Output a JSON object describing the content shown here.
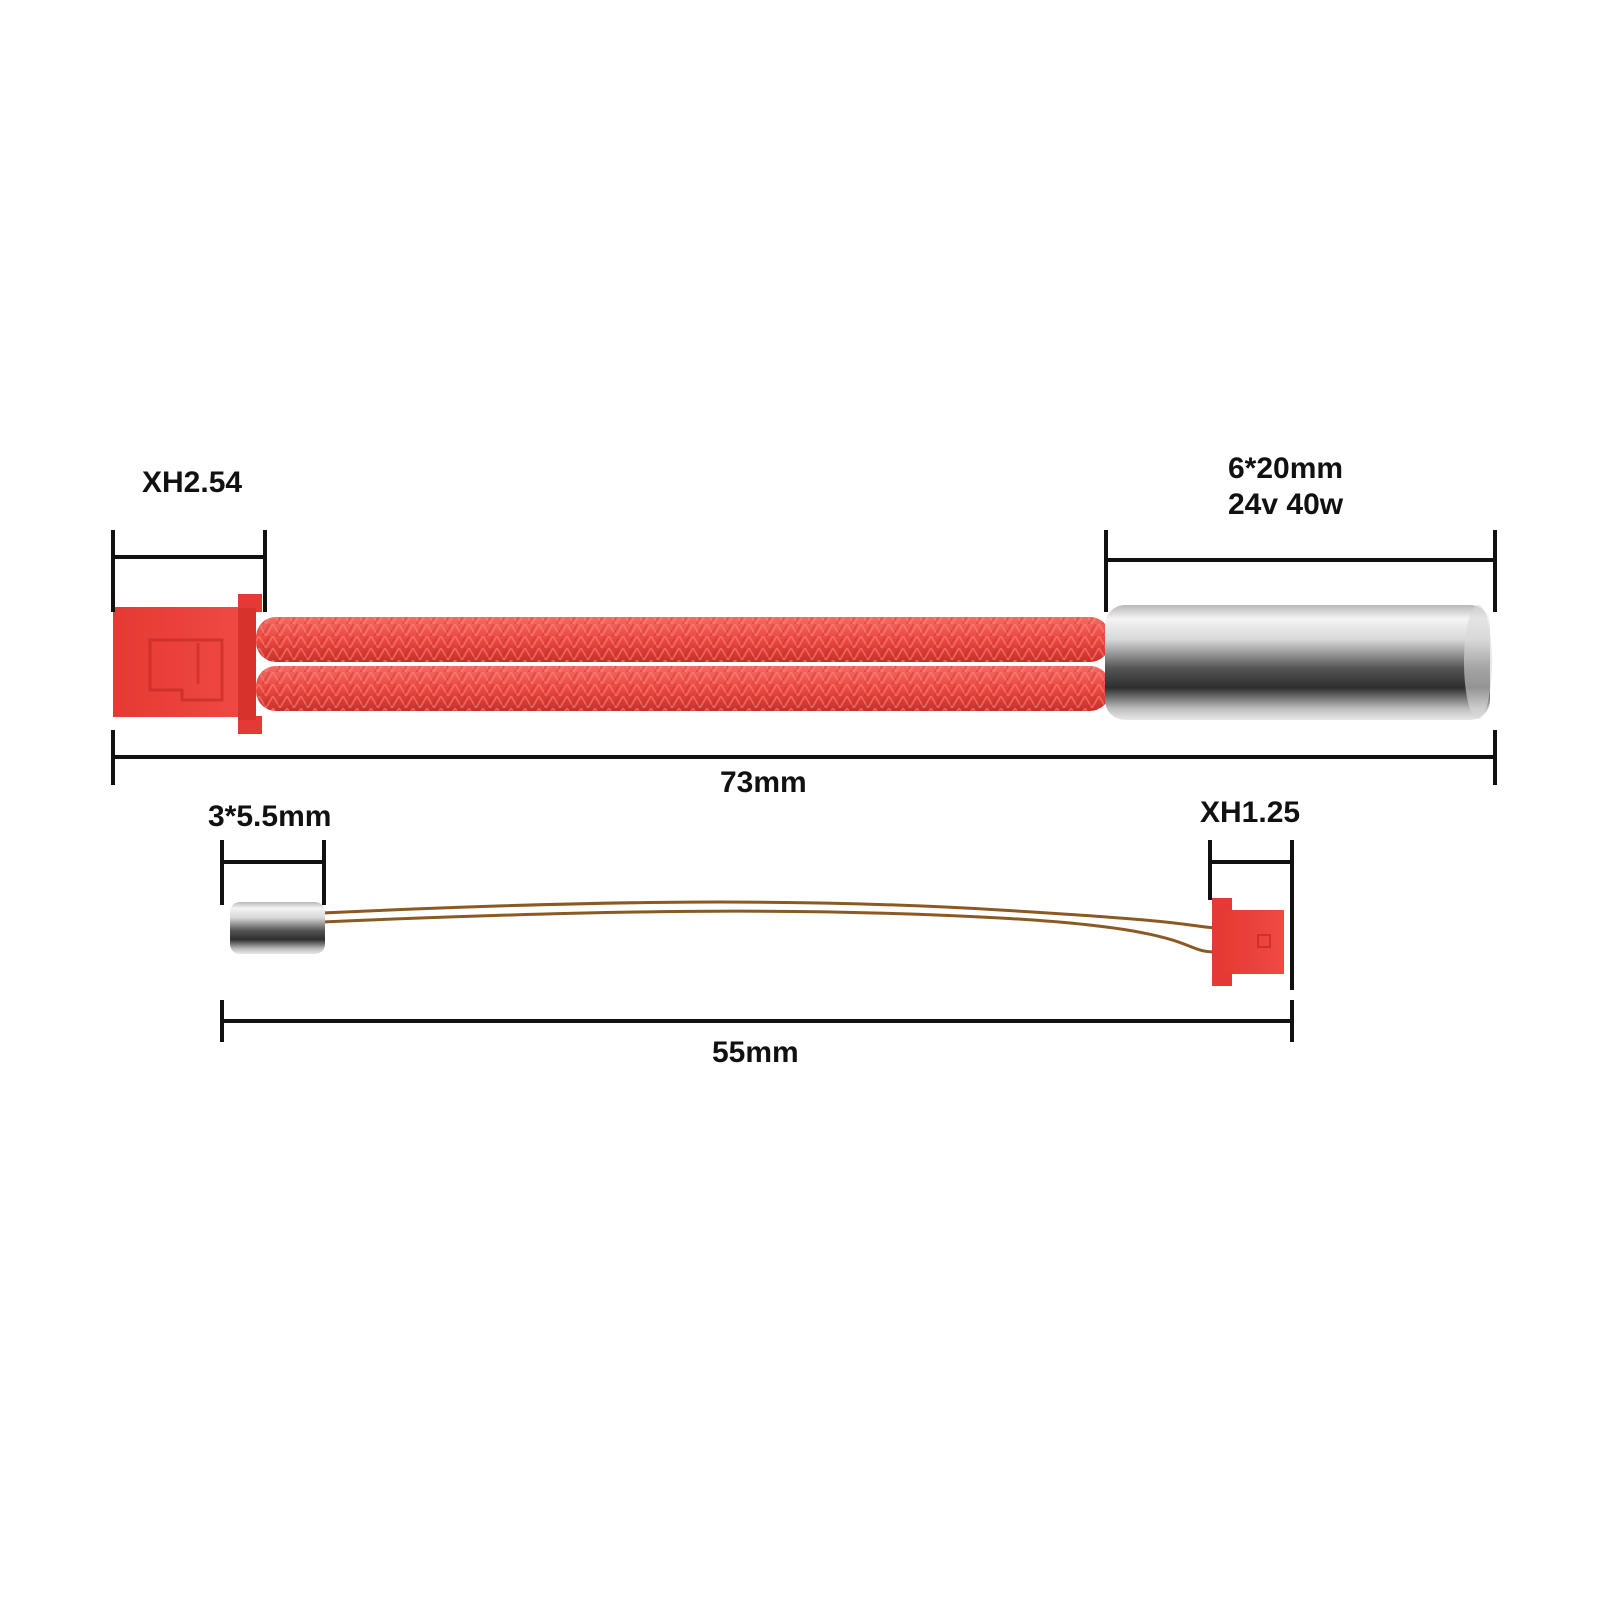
{
  "colors": {
    "background": "#ffffff",
    "dimension_line": "#111111",
    "sleeve_red": "#ec4b43",
    "connector_red": "#ea3a34",
    "steel_light": "#f2f2f2",
    "steel_dark": "#3a3a3a",
    "thermistor_wire": "#8a5a22"
  },
  "heater": {
    "connector_label": "XH2.54",
    "size_label": "6*20mm",
    "power_label": "24v 40w",
    "total_length_label": "73mm"
  },
  "thermistor": {
    "bead_label": "3*5.5mm",
    "connector_label": "XH1.25",
    "total_length_label": "55mm"
  }
}
